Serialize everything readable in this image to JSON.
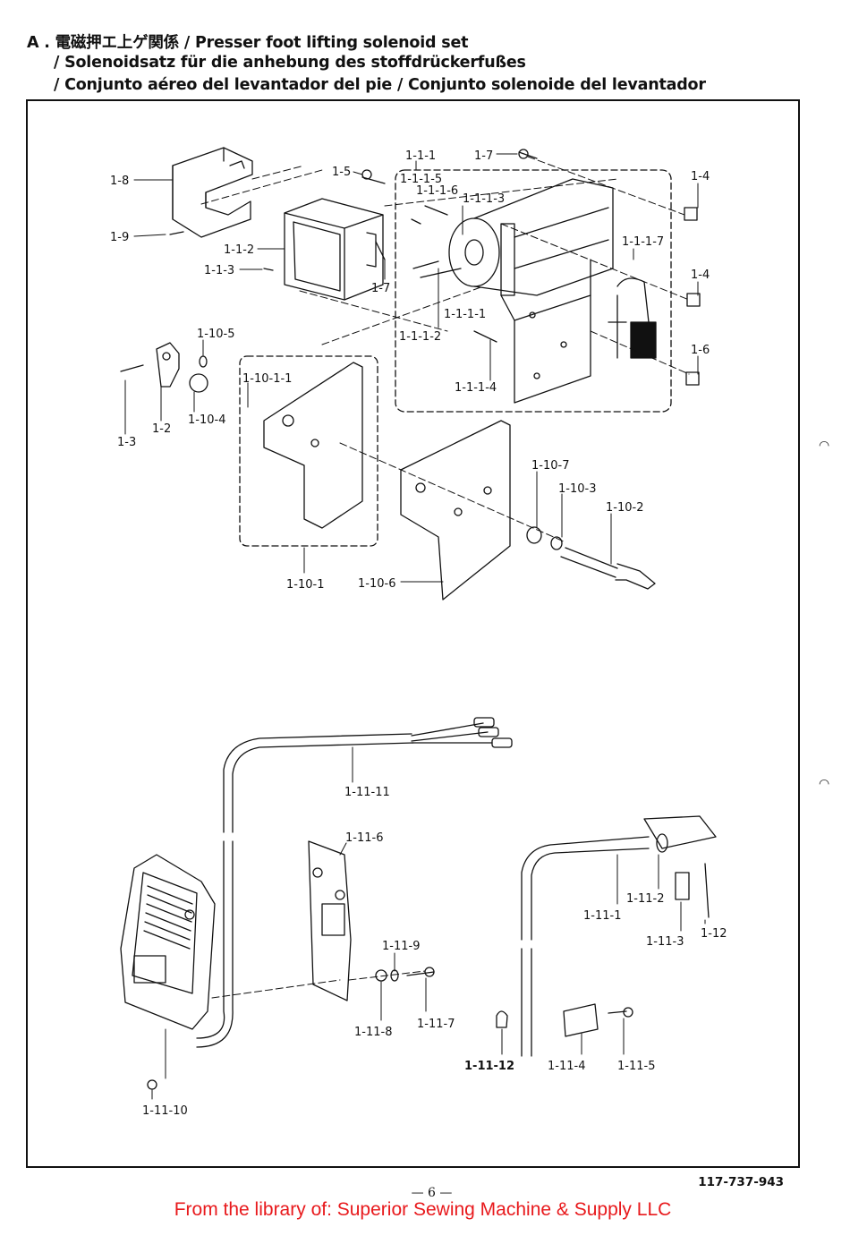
{
  "title": {
    "line1": "A . 電磁押エ上ゲ関係 / Presser foot lifting solenoid set",
    "line2": "/ Solenoidsatz für die anhebung des stoffdrückerfußes",
    "line3": "/ Conjunto aéreo del levantador del pie / Conjunto solenoide del levantador"
  },
  "parts": {
    "p1_1_1": "1-1-1",
    "p1_7a": "1-7",
    "p1_5": "1-5",
    "p1_1_1_5": "1-1-1-5",
    "p1_1_1_6": "1-1-1-6",
    "p1_1_1_3": "1-1-1-3",
    "p1_4a": "1-4",
    "p1_8": "1-8",
    "p1_9": "1-9",
    "p1_1_2": "1-1-2",
    "p1_1_3": "1-1-3",
    "p1_7b": "1-7",
    "p1_1_1_7": "1-1-1-7",
    "p1_4b": "1-4",
    "p1_1_1_1": "1-1-1-1",
    "p1_1_1_2": "1-1-1-2",
    "p1_6": "1-6",
    "p1_1_1_4": "1-1-1-4",
    "p1_10_5": "1-10-5",
    "p1_10_1_1": "1-10-1-1",
    "p1_2": "1-2",
    "p1_10_4": "1-10-4",
    "p1_3": "1-3",
    "p1_10_7": "1-10-7",
    "p1_10_3": "1-10-3",
    "p1_10_2": "1-10-2",
    "p1_10_1": "1-10-1",
    "p1_10_6": "1-10-6",
    "p1_11_11": "1-11-11",
    "p1_11_6": "1-11-6",
    "p1_11_2": "1-11-2",
    "p1_11_1": "1-11-1",
    "p1_11_3": "1-11-3",
    "p1_12": "1-12",
    "p1_11_9": "1-11-9",
    "p1_11_8": "1-11-8",
    "p1_11_7": "1-11-7",
    "p1_11_12": "1-11-12",
    "p1_11_4": "1-11-4",
    "p1_11_5": "1-11-5",
    "p1_11_10": "1-11-10"
  },
  "doc_number": "117-737-943",
  "page_number": "— 6 —",
  "credit": "From the library of: Superior Sewing Machine & Supply LLC"
}
